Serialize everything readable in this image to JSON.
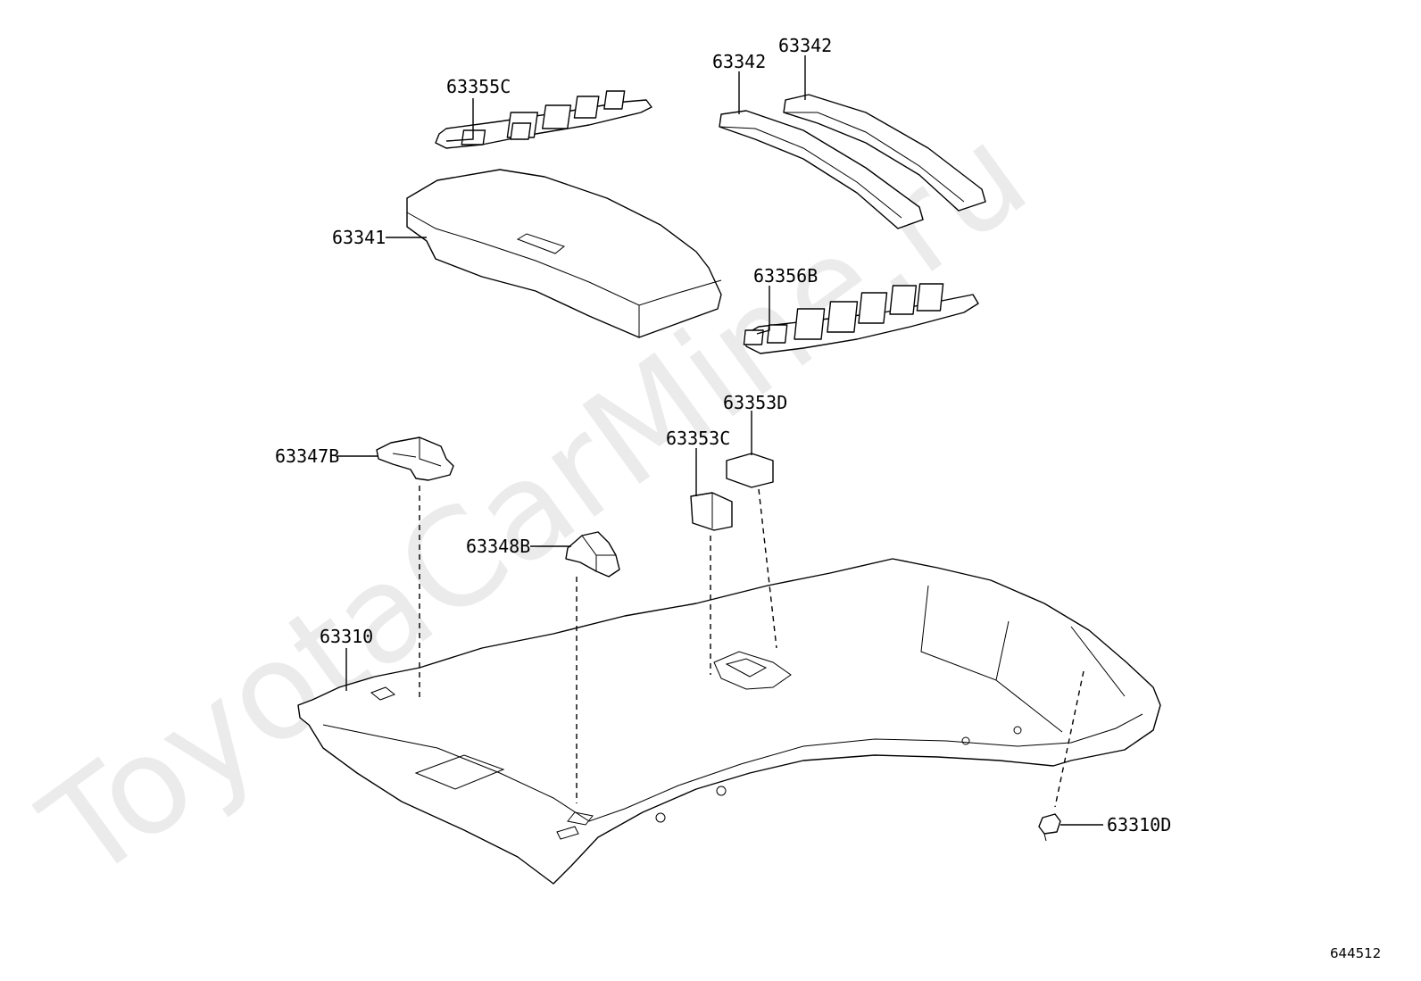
{
  "watermark": "ToyotaCarMine.ru",
  "diagram_code": "644512",
  "parts": [
    {
      "id": "p-63355C",
      "label": "63355C"
    },
    {
      "id": "p-63342a",
      "label": "63342"
    },
    {
      "id": "p-63342b",
      "label": "63342"
    },
    {
      "id": "p-63341",
      "label": "63341"
    },
    {
      "id": "p-63356B",
      "label": "63356B"
    },
    {
      "id": "p-63353D",
      "label": "63353D"
    },
    {
      "id": "p-63353C",
      "label": "63353C"
    },
    {
      "id": "p-63347B",
      "label": "63347B"
    },
    {
      "id": "p-63348B",
      "label": "63348B"
    },
    {
      "id": "p-63310",
      "label": "63310"
    },
    {
      "id": "p-63310D",
      "label": "63310D"
    }
  ]
}
